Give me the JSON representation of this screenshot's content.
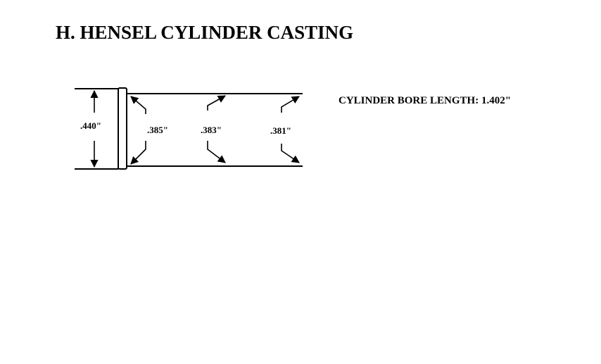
{
  "title": "H. HENSEL CYLINDER CASTING",
  "bore_length_label": "CYLINDER BORE LENGTH: 1.402\"",
  "dimensions": {
    "outer_diameter": ".440\"",
    "bore_1": ".385\"",
    "bore_2": ".383\"",
    "bore_3": ".381\""
  }
}
